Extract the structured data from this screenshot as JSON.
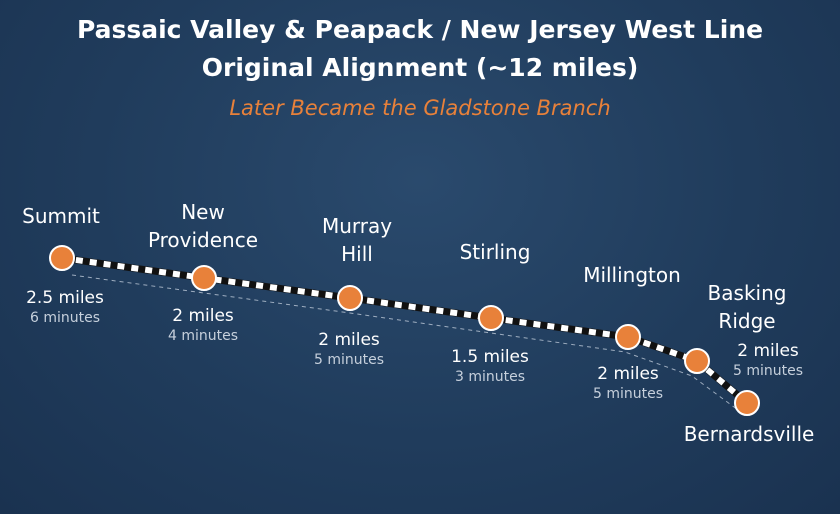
{
  "title_line1": "Passaic Valley & Peapack / New Jersey West Line",
  "title_line2": "Original Alignment (~12 miles)",
  "subtitle": "Later Became the Gladstone Branch",
  "colors": {
    "background": "#203c5c",
    "station": "#e8813a",
    "track_dark": "#111111",
    "track_light": "#ffffff",
    "subtitle": "#e8813a"
  },
  "stations": [
    {
      "name": "Summit"
    },
    {
      "name": "New Providence"
    },
    {
      "name": "Murray Hill"
    },
    {
      "name": "Stirling"
    },
    {
      "name": "Millington"
    },
    {
      "name": "Basking Ridge"
    },
    {
      "name": "Bernardsville"
    }
  ],
  "labels": {
    "summit": "Summit",
    "new_providence_l1": "New",
    "new_providence_l2": "Providence",
    "murray_hill_l1": "Murray",
    "murray_hill_l2": "Hill",
    "stirling": "Stirling",
    "millington": "Millington",
    "basking_ridge_l1": "Basking",
    "basking_ridge_l2": "Ridge",
    "bernardsville": "Bernardsville"
  },
  "segments": [
    {
      "from": "Summit",
      "to": "New Providence",
      "miles": "2.5 miles",
      "minutes": "6 minutes"
    },
    {
      "from": "New Providence",
      "to": "Murray Hill",
      "miles": "2 miles",
      "minutes": "4 minutes"
    },
    {
      "from": "Murray Hill",
      "to": "Stirling",
      "miles": "2 miles",
      "minutes": "5 minutes"
    },
    {
      "from": "Stirling",
      "to": "Millington",
      "miles": "1.5 miles",
      "minutes": "3 minutes"
    },
    {
      "from": "Millington",
      "to": "Basking Ridge",
      "miles": "2 miles",
      "minutes": "5 minutes"
    },
    {
      "from": "Basking Ridge",
      "to": "Bernardsville",
      "miles": "2 miles",
      "minutes": "5 minutes"
    }
  ]
}
